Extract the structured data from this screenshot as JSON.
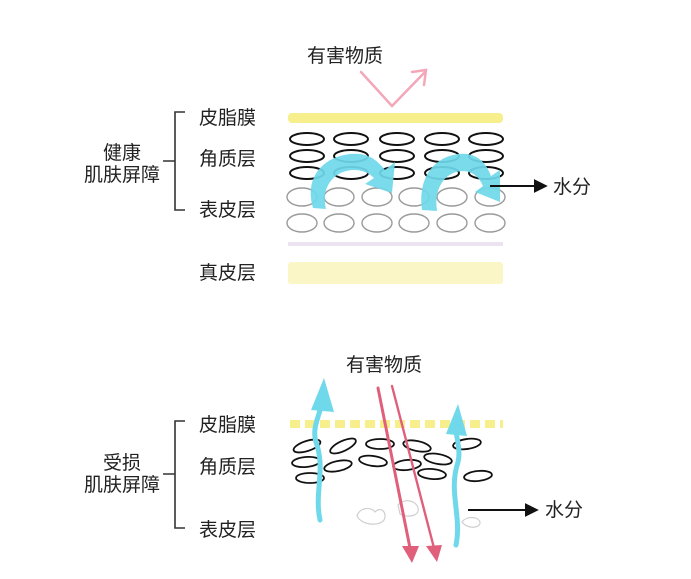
{
  "healthy": {
    "title_line1": "健康",
    "title_line2": "肌肤屏障",
    "harmful": "有害物质",
    "layers": {
      "sebum": "皮脂膜",
      "stratum_corneum": "角质层",
      "epidermis": "表皮层",
      "dermis": "真皮层"
    },
    "water": "水分"
  },
  "damaged": {
    "title_line1": "受损",
    "title_line2": "肌肤屏障",
    "harmful": "有害物质",
    "layers": {
      "sebum": "皮脂膜",
      "stratum_corneum": "角质层",
      "epidermis": "表皮层"
    },
    "water": "水分"
  },
  "colors": {
    "sebum": "#f6ef8c",
    "dermis": "#fbf6c5",
    "dermis_line": "#ece3f0",
    "water_arrow": "#6fd8ea",
    "harmful_arrow": "#e0607c",
    "harmful_arrow_light": "#f3a7b8",
    "cell_dark": "#111111",
    "cell_light": "#9a9a9a"
  }
}
